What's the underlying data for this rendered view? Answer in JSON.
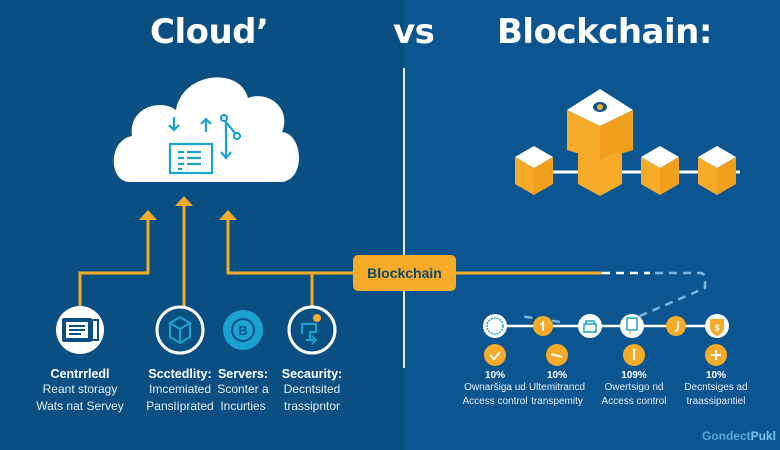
{
  "titles": {
    "left": "Cloud’",
    "vs": "vs",
    "right": "Blockchain:"
  },
  "connector_label": "Blockchain",
  "colors": {
    "bg_left": "#0a4f82",
    "bg_right": "#0b5591",
    "accent_orange": "#f6ab28",
    "icon_cyan": "#1ba3cf",
    "white": "#ffffff"
  },
  "cloud_features": [
    {
      "icon": "document-stack-icon",
      "heading": "Centrrledl",
      "lines": [
        "Reant storagy",
        "Wats nat Servey"
      ]
    },
    {
      "icon": "package-box-icon",
      "heading": "Scctedlity:",
      "lines": [
        "Imcemiated",
        "Panslíprated"
      ]
    },
    {
      "icon": "bitcoin-coin-icon",
      "heading": "Servers:",
      "lines": [
        "Sconter a",
        "Incurties"
      ]
    },
    {
      "icon": "workflow-icon",
      "heading": "Secaurity:",
      "lines": [
        "Decntsited",
        "trassipntor"
      ]
    }
  ],
  "blockchain_features": [
    {
      "icon": "checkmark-icon",
      "percent": "10%",
      "lines": [
        "Ownaršiga ud",
        "Access control"
      ]
    },
    {
      "icon": "dash-icon",
      "percent": "10%",
      "lines": [
        "Ultemitrancd",
        "transpemity"
      ]
    },
    {
      "icon": "bar-icon",
      "percent": "109%",
      "lines": [
        "Owertsigo nd",
        "Access control"
      ]
    },
    {
      "icon": "plus-icon",
      "percent": "10%",
      "lines": [
        "Decntsiges ad",
        "traassipantiel"
      ]
    }
  ],
  "chain_nodes": [
    "globe-seal-icon",
    "ledger-icon",
    "lock-icon",
    "certificate-icon",
    "token-icon",
    "dollar-shield-icon"
  ],
  "brand": {
    "part1": "Gondect",
    "part2": "Pukl"
  }
}
